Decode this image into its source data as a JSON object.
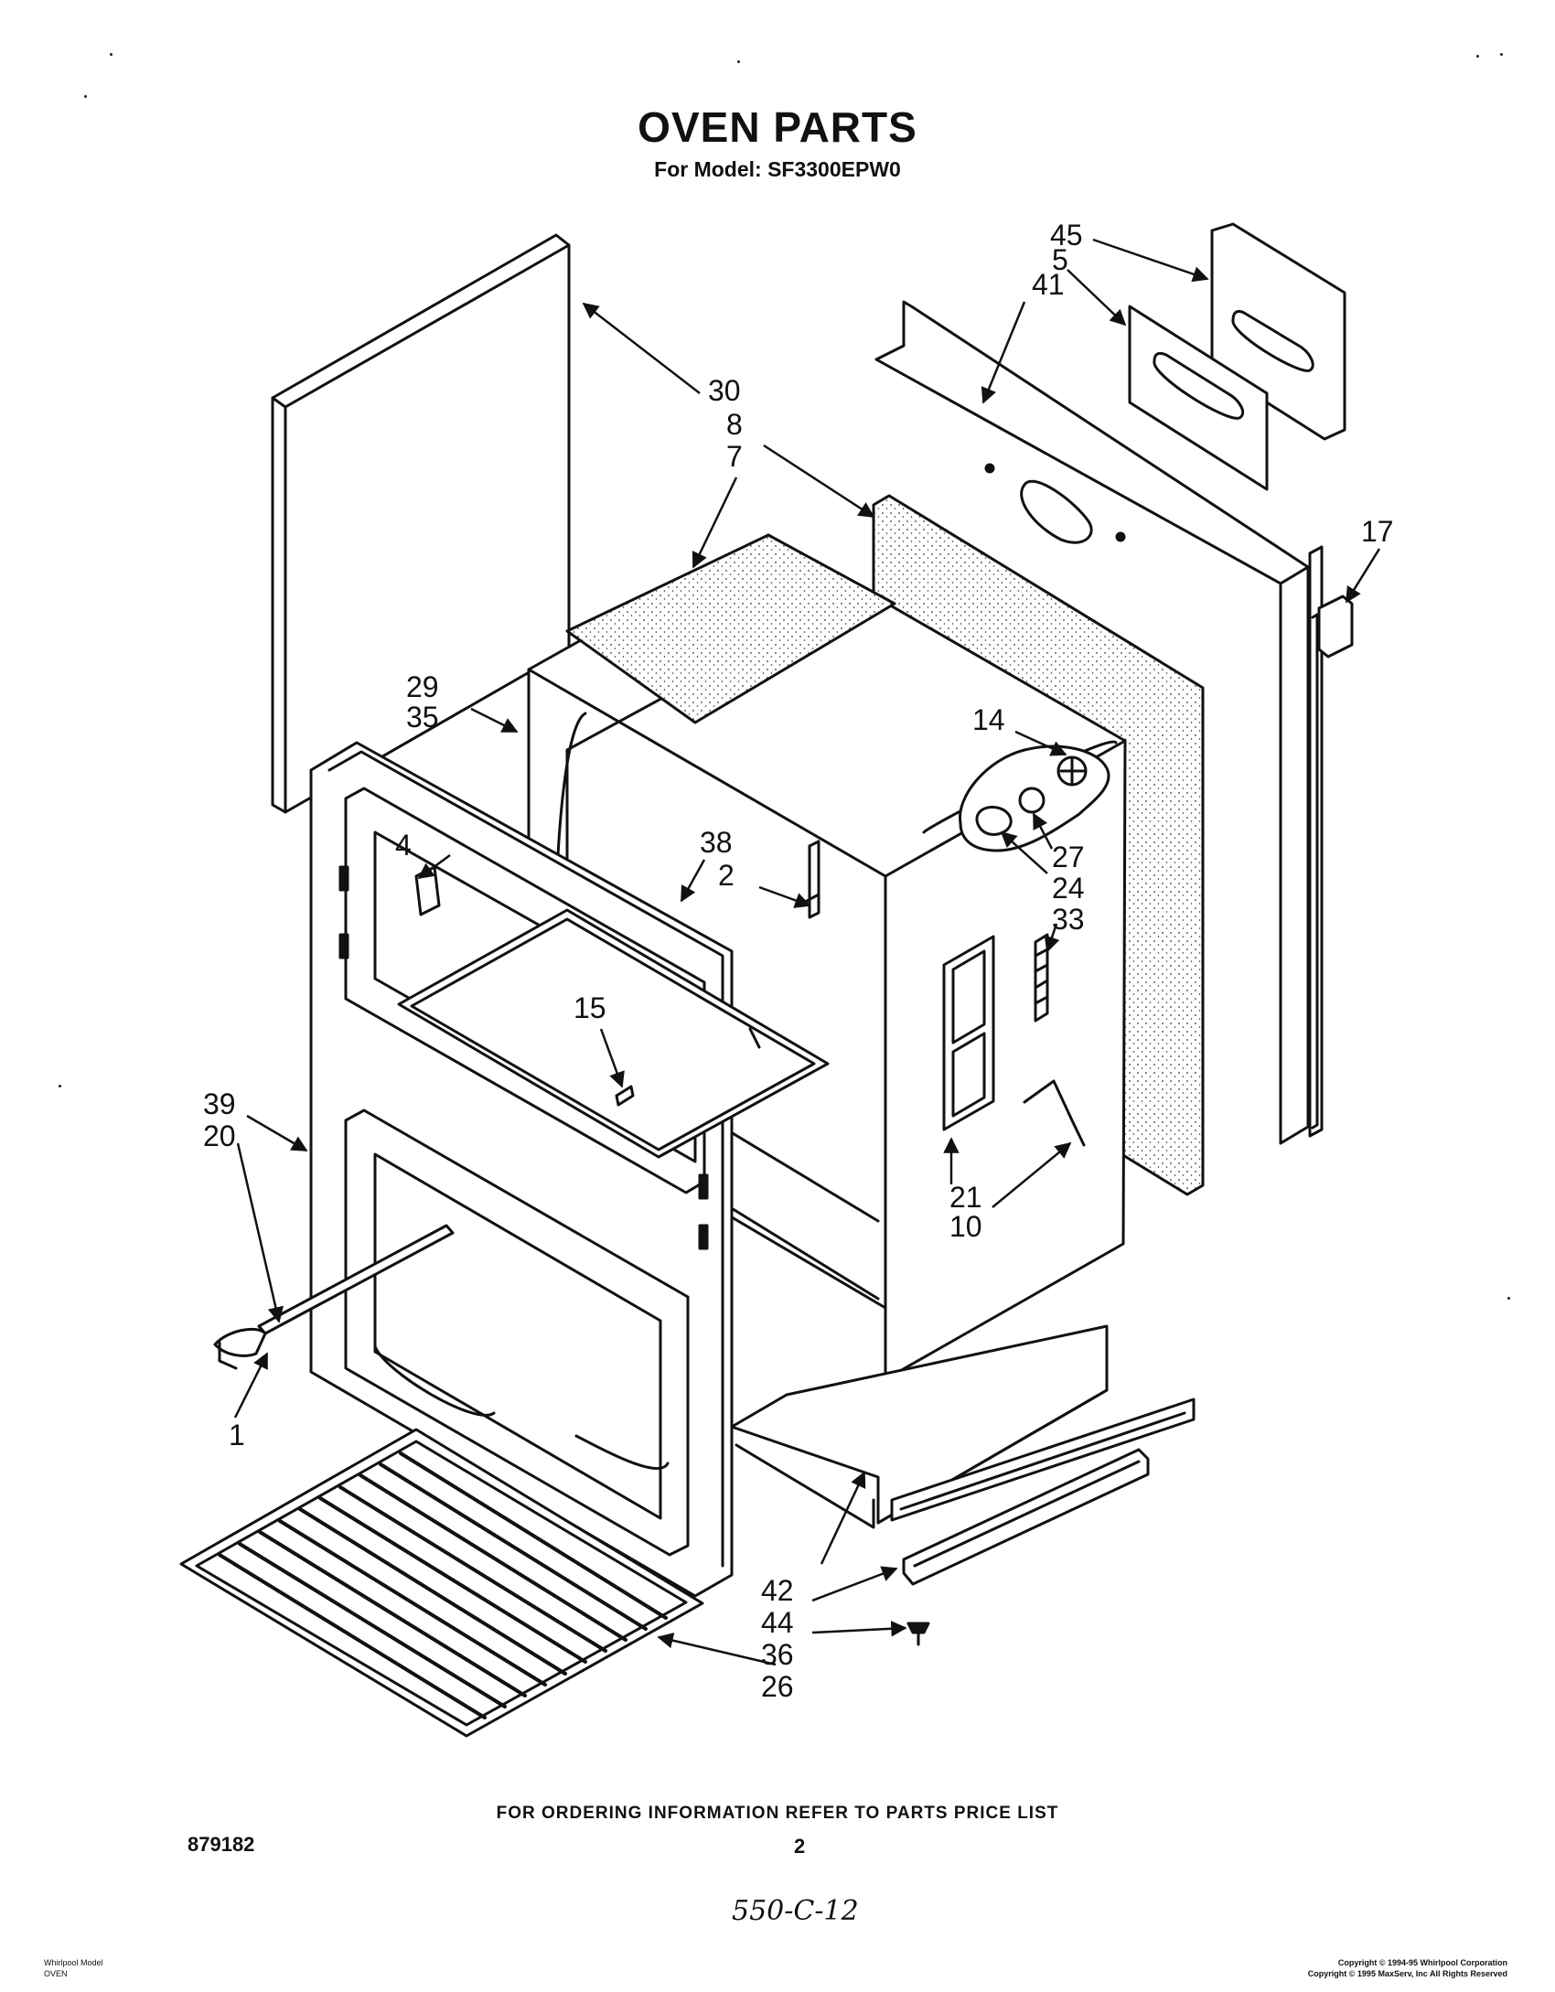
{
  "header": {
    "title": "OVEN PARTS",
    "subtitle": "For Model: SF3300EPW0"
  },
  "callouts": [
    {
      "id": "c45",
      "label": "45"
    },
    {
      "id": "c5",
      "label": "5"
    },
    {
      "id": "c41",
      "label": "41"
    },
    {
      "id": "c30",
      "label": "30"
    },
    {
      "id": "c8",
      "label": "8"
    },
    {
      "id": "c7",
      "label": "7"
    },
    {
      "id": "c17",
      "label": "17"
    },
    {
      "id": "c29",
      "label": "29"
    },
    {
      "id": "c35",
      "label": "35"
    },
    {
      "id": "c14",
      "label": "14"
    },
    {
      "id": "c4",
      "label": "4"
    },
    {
      "id": "c38",
      "label": "38"
    },
    {
      "id": "c2",
      "label": "2"
    },
    {
      "id": "c27",
      "label": "27"
    },
    {
      "id": "c24",
      "label": "24"
    },
    {
      "id": "c33",
      "label": "33"
    },
    {
      "id": "c15",
      "label": "15"
    },
    {
      "id": "c39",
      "label": "39"
    },
    {
      "id": "c20",
      "label": "20"
    },
    {
      "id": "c21",
      "label": "21"
    },
    {
      "id": "c10",
      "label": "10"
    },
    {
      "id": "c1",
      "label": "1"
    },
    {
      "id": "c42",
      "label": "42"
    },
    {
      "id": "c44",
      "label": "44"
    },
    {
      "id": "c36",
      "label": "36"
    },
    {
      "id": "c26",
      "label": "26"
    }
  ],
  "footer": {
    "ordering_note": "FOR ORDERING INFORMATION REFER TO PARTS PRICE LIST",
    "doc_number": "879182",
    "page_number": "2",
    "handwritten": "550-C-12",
    "corner_left_line1": "Whirlpool Model",
    "corner_left_line2": "OVEN",
    "corner_right_line1": "Copyright © 1994-95 Whirlpool Corporation",
    "corner_right_line2": "Copyright © 1995 MaxServ, Inc   All Rights Reserved"
  }
}
